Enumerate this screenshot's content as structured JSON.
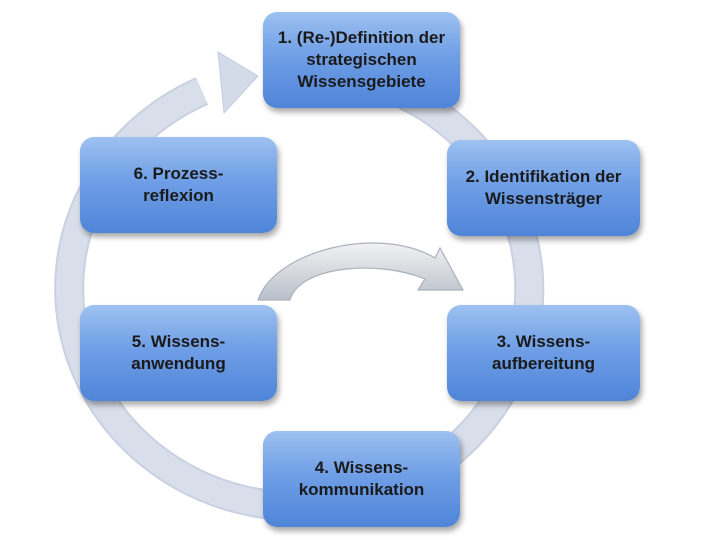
{
  "colors": {
    "box_top": "#9ec1f0",
    "box_bottom": "#4f84d8",
    "ring": "#d3dae8",
    "ring_edge": "#c4ccdc",
    "inner_arrow_top": "#f0f0f0",
    "inner_arrow_bottom": "#b8bec8"
  },
  "steps": [
    {
      "label": "1. (Re-)Definition der strategischen Wissensgebiete"
    },
    {
      "label": "2. Identifikation der Wissensträger"
    },
    {
      "label": "3. Wissens-\naufbereitung"
    },
    {
      "label": "4. Wissens-\nkommunikation"
    },
    {
      "label": "5. Wissens-\nanwendung"
    },
    {
      "label": "6. Prozess-\nreflexion"
    }
  ]
}
